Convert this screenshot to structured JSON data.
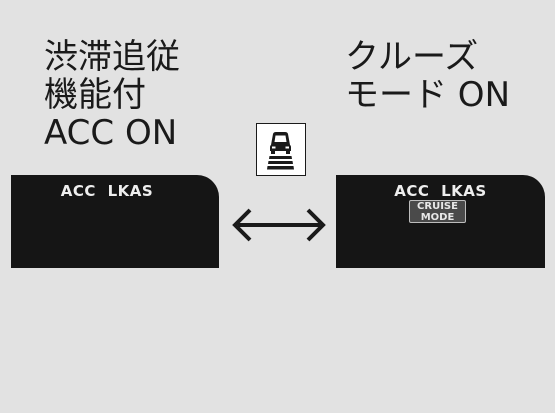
{
  "left_caption": {
    "lines": [
      "渋滞追従",
      "機能付",
      "ACC ON"
    ]
  },
  "right_caption": {
    "lines": [
      "クルーズ",
      "モード ON"
    ]
  },
  "left_display": {
    "indicator_text": "ACC LKAS"
  },
  "right_display": {
    "indicator_text": "ACC LKAS",
    "badge_lines": [
      "CRUISE",
      "MODE"
    ]
  },
  "icons": {
    "center": "acc-following-car-icon",
    "transition": "double-arrow-icon"
  },
  "colors": {
    "background": "#e2e2e2",
    "panel": "#151515",
    "indicator_text": "#eeeeee",
    "badge_fill": "#4a4a4a"
  }
}
